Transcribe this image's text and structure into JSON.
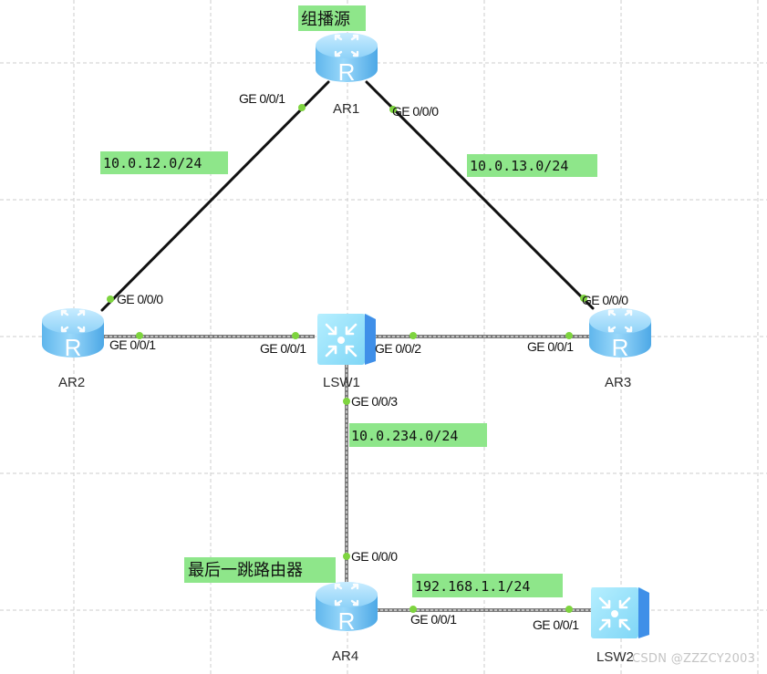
{
  "diagram": {
    "title": "Multicast topology (eNSP)",
    "devices": [
      {
        "id": "AR1",
        "type": "router",
        "label": "AR1"
      },
      {
        "id": "AR2",
        "type": "router",
        "label": "AR2"
      },
      {
        "id": "AR3",
        "type": "router",
        "label": "AR3"
      },
      {
        "id": "AR4",
        "type": "router",
        "label": "AR4"
      },
      {
        "id": "LSW1",
        "type": "switch",
        "label": "LSW1"
      },
      {
        "id": "LSW2",
        "type": "switch",
        "label": "LSW2"
      }
    ],
    "links": [
      {
        "from": "AR1",
        "from_port": "GE 0/0/1",
        "to": "AR2",
        "to_port": "GE 0/0/0",
        "kind": "serial-style"
      },
      {
        "from": "AR1",
        "from_port": "GE 0/0/0",
        "to": "AR3",
        "to_port": "GE 0/0/0",
        "kind": "serial-style"
      },
      {
        "from": "AR2",
        "from_port": "GE 0/0/1",
        "to": "LSW1",
        "to_port": "GE 0/0/1",
        "kind": "ethernet"
      },
      {
        "from": "LSW1",
        "from_port": "GE 0/0/2",
        "to": "AR3",
        "to_port": "GE 0/0/1",
        "kind": "ethernet"
      },
      {
        "from": "LSW1",
        "from_port": "GE 0/0/3",
        "to": "AR4",
        "to_port": "GE 0/0/0",
        "kind": "ethernet"
      },
      {
        "from": "AR4",
        "from_port": "GE 0/0/1",
        "to": "LSW2",
        "to_port": "GE 0/0/1",
        "kind": "ethernet"
      }
    ],
    "ports": {
      "ar1_g1": "GE 0/0/1",
      "ar1_g0": "GE 0/0/0",
      "ar2_g0": "GE 0/0/0",
      "ar2_g1": "GE 0/0/1",
      "lsw1_g1": "GE 0/0/1",
      "lsw1_g2": "GE 0/0/2",
      "lsw1_g3": "GE 0/0/3",
      "ar3_g0": "GE 0/0/0",
      "ar3_g1": "GE 0/0/1",
      "ar4_g0": "GE 0/0/0",
      "ar4_g1": "GE 0/0/1",
      "lsw2_g1": "GE 0/0/1"
    },
    "notes": {
      "multicast_source": "组播源",
      "last_hop_router": "最后一跳路由器",
      "net_12": "10.0.12.0/24",
      "net_13": "10.0.13.0/24",
      "net_234": "10.0.234.0/24",
      "net_192": "192.168.1.1/24"
    },
    "watermark": "CSDN @ZZZCY2003",
    "colors": {
      "note_bg": "#8ee68a",
      "port_dot": "#7ed43f",
      "router_body": "#7cc8f4",
      "switch_body": "#9fe4fb",
      "grid": "#d6d6d6"
    }
  }
}
